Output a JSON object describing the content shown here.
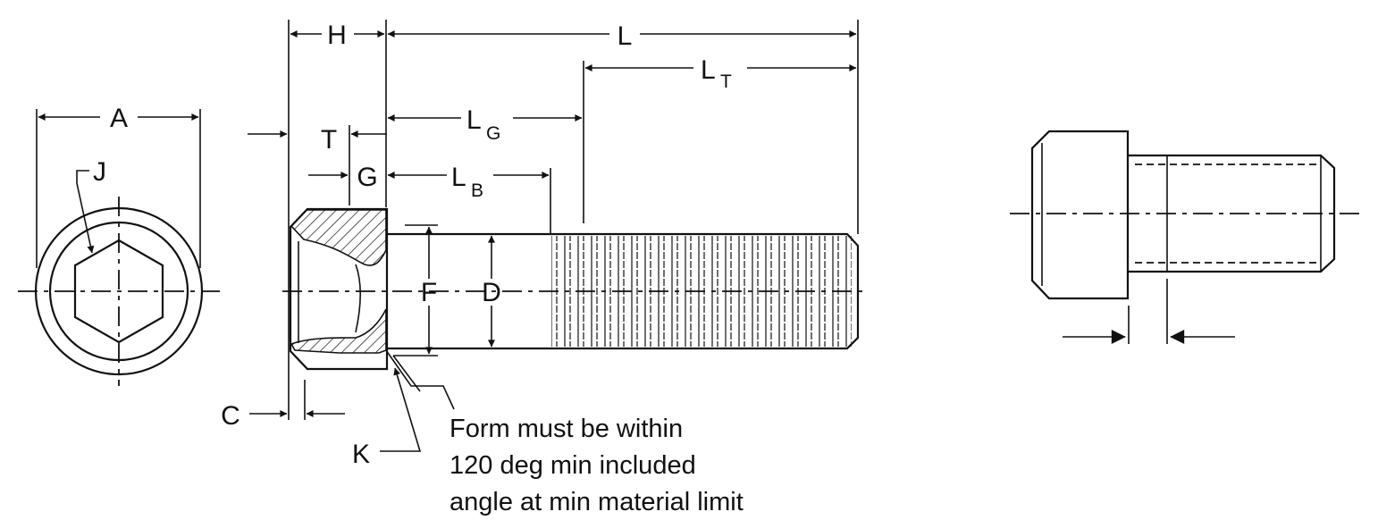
{
  "labels": {
    "A": "A",
    "J": "J",
    "H": "H",
    "L": "L",
    "LT_main": "L",
    "LT_sub": "T",
    "LG_main": "L",
    "LG_sub": "G",
    "LB_main": "L",
    "LB_sub": "B",
    "T": "T",
    "G": "G",
    "F": "F",
    "D": "D",
    "C": "C",
    "K": "K"
  },
  "note": {
    "line1": "Form must be within",
    "line2": "120 deg min included",
    "line3": "angle at min material limit"
  }
}
